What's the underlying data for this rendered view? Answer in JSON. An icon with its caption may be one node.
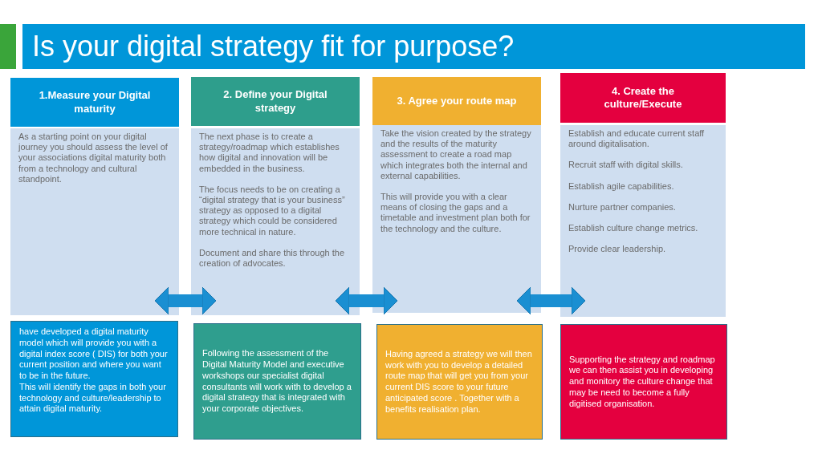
{
  "diagram": {
    "title": "Is your digital strategy fit for purpose?",
    "nodes": [
      {
        "text": [
          "1.Measure your Digital maturity"
        ]
      },
      {
        "text": [
          "2. Define your Digital strategy"
        ]
      },
      {
        "text": [
          "3. Agree your route map"
        ]
      },
      {
        "text": [
          "4. Create the culture/Execute"
        ]
      },
      {
        "text": [
          "As a starting point on  your digital journey you should   assess the level of  your associations digital maturity both from a technology and cultural standpoint."
        ]
      },
      {
        "text": [
          "The next phase is to  create a strategy/roadmap  which establishes how digital and innovation will be embedded in the business.",
          "The focus needs to be on creating a “digital strategy  that is  your business” strategy as opposed to a digital strategy which could be considered more technical in nature.",
          "Document and share this through the creation of advocates."
        ]
      },
      {
        "text": [
          "Take the vision created by the strategy and the results of the maturity assessment to create a road map which integrates both the internal and external capabilities.",
          "This will provide you with a clear means of closing the gaps and a timetable and investment plan both for the technology and the  culture."
        ]
      },
      {
        "text": [
          "Establish and educate current staff around digitalisation.",
          "Recruit staff with digital skills.",
          "Establish agile capabilities.",
          "Nurture partner companies.",
          "Establish culture change metrics.",
          "Provide clear leadership."
        ]
      },
      {
        "text": [
          "have developed   a digital maturity model which will provide you with a digital index score ( DIS) for both  your current position and where you want to be in the future.",
          "This will identify the gaps in both your technology and culture/leadership  to attain digital maturity."
        ]
      },
      {
        "text": [
          "Following  the assessment of the Digital  Maturity Model and executive workshops our  specialist digital consultants will work with to develop a  digital strategy that is integrated with  your corporate objectives."
        ]
      },
      {
        "text": [
          "Having agreed a strategy we will then work with  you to develop a detailed  route map that  will get  you from your current DIS score to  your future anticipated score . Together with a benefits realisation plan."
        ]
      },
      {
        "text": [
          "Supporting the strategy and roadmap we can then assist  you in developing  and monitory the  culture change that may be need to become a fully digitised organisation."
        ]
      }
    ],
    "edges": [
      {
        "from": 4,
        "to": 5,
        "arrow": "both"
      },
      {
        "from": 5,
        "to": 6,
        "arrow": "both"
      },
      {
        "from": 6,
        "to": 7,
        "arrow": "both"
      }
    ]
  }
}
